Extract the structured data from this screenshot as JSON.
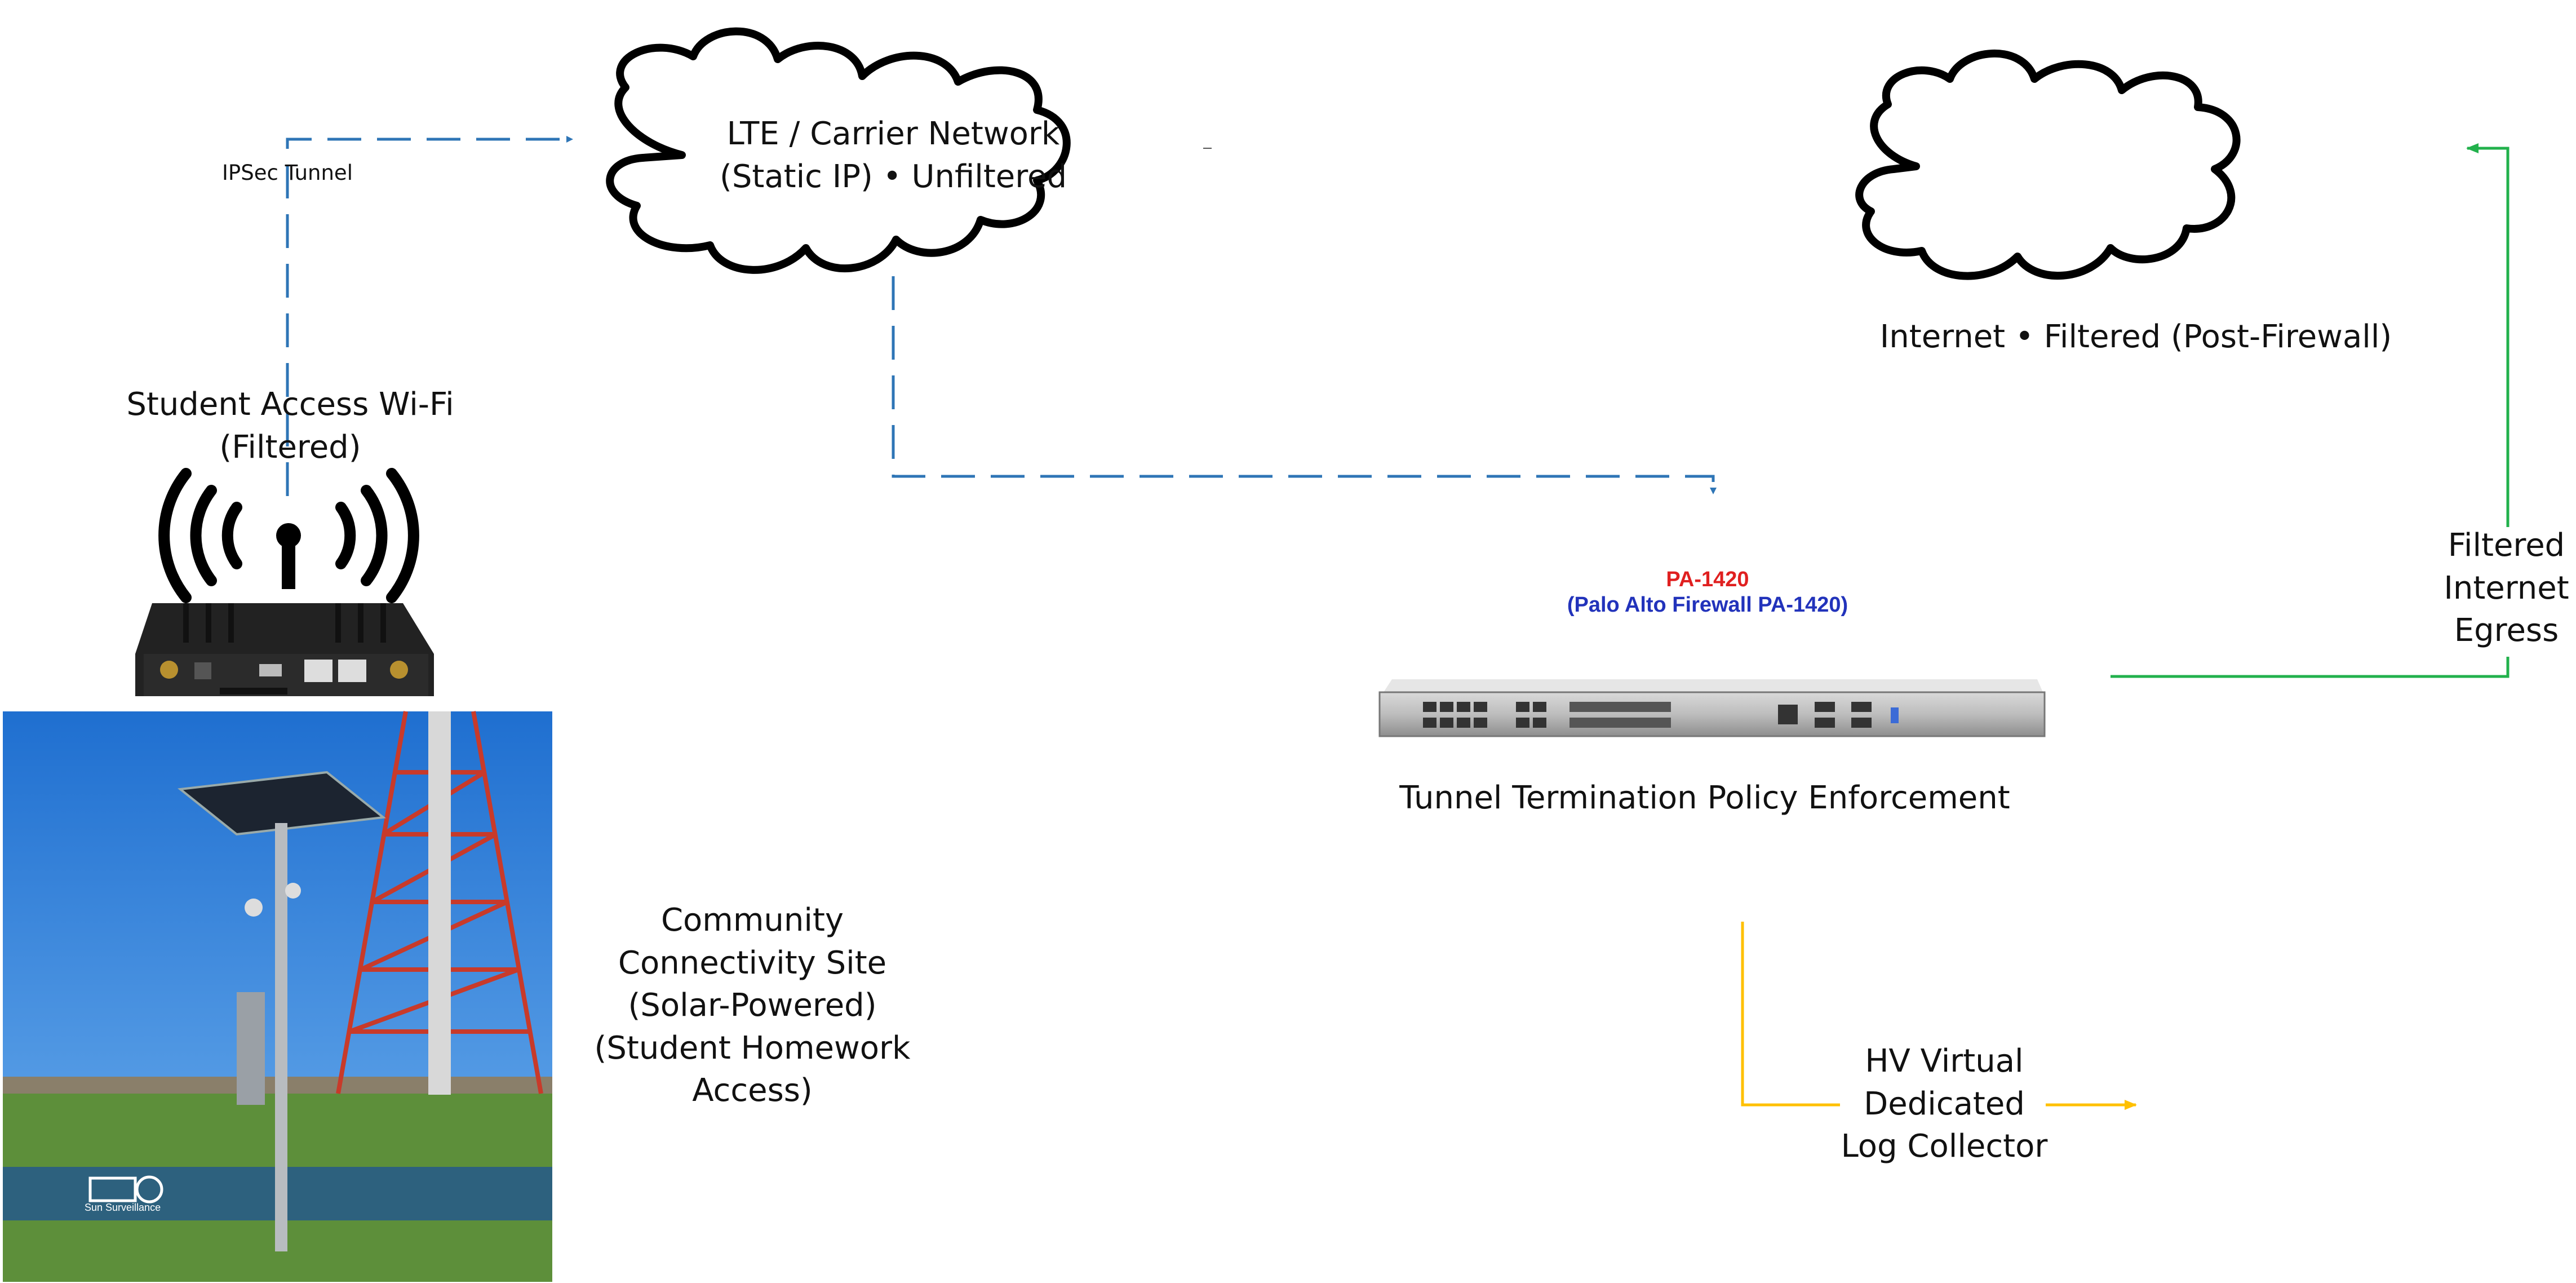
{
  "nodes": {
    "lte_cloud": {
      "label": "LTE / Carrier Network (Static IP) • Unfiltered"
    },
    "internet_cloud": {
      "label": "Internet • Filtered (Post-Firewall)"
    },
    "student_wifi": {
      "label": "Student Access Wi-Fi (Filtered)"
    },
    "community_site": {
      "label": "Community Connectivity Site (Solar-Powered) (Student Homework Access)"
    },
    "firewall": {
      "model": "PA-1420",
      "full_name": "(Palo Alto Firewall PA-1420)",
      "role": "Tunnel Termination Policy Enforcement"
    },
    "log_collector": {
      "label": "HV Virtual Dedicated Log Collector"
    }
  },
  "links": {
    "ipsec_tunnel": {
      "label": "IPSec Tunnel",
      "color": "#2e75b6"
    },
    "filtered_egress": {
      "label": "Filtered Internet Egress",
      "color": "#22b14c"
    },
    "log_link": {
      "color": "#ffc000"
    }
  },
  "photo": {
    "watermark": "Sun Surveillance"
  },
  "colors": {
    "tunnel": "#2e75b6",
    "egress": "#22b14c",
    "logs": "#ffc000",
    "sky": "#2f7fd6",
    "grass": "#5d8f3a"
  }
}
